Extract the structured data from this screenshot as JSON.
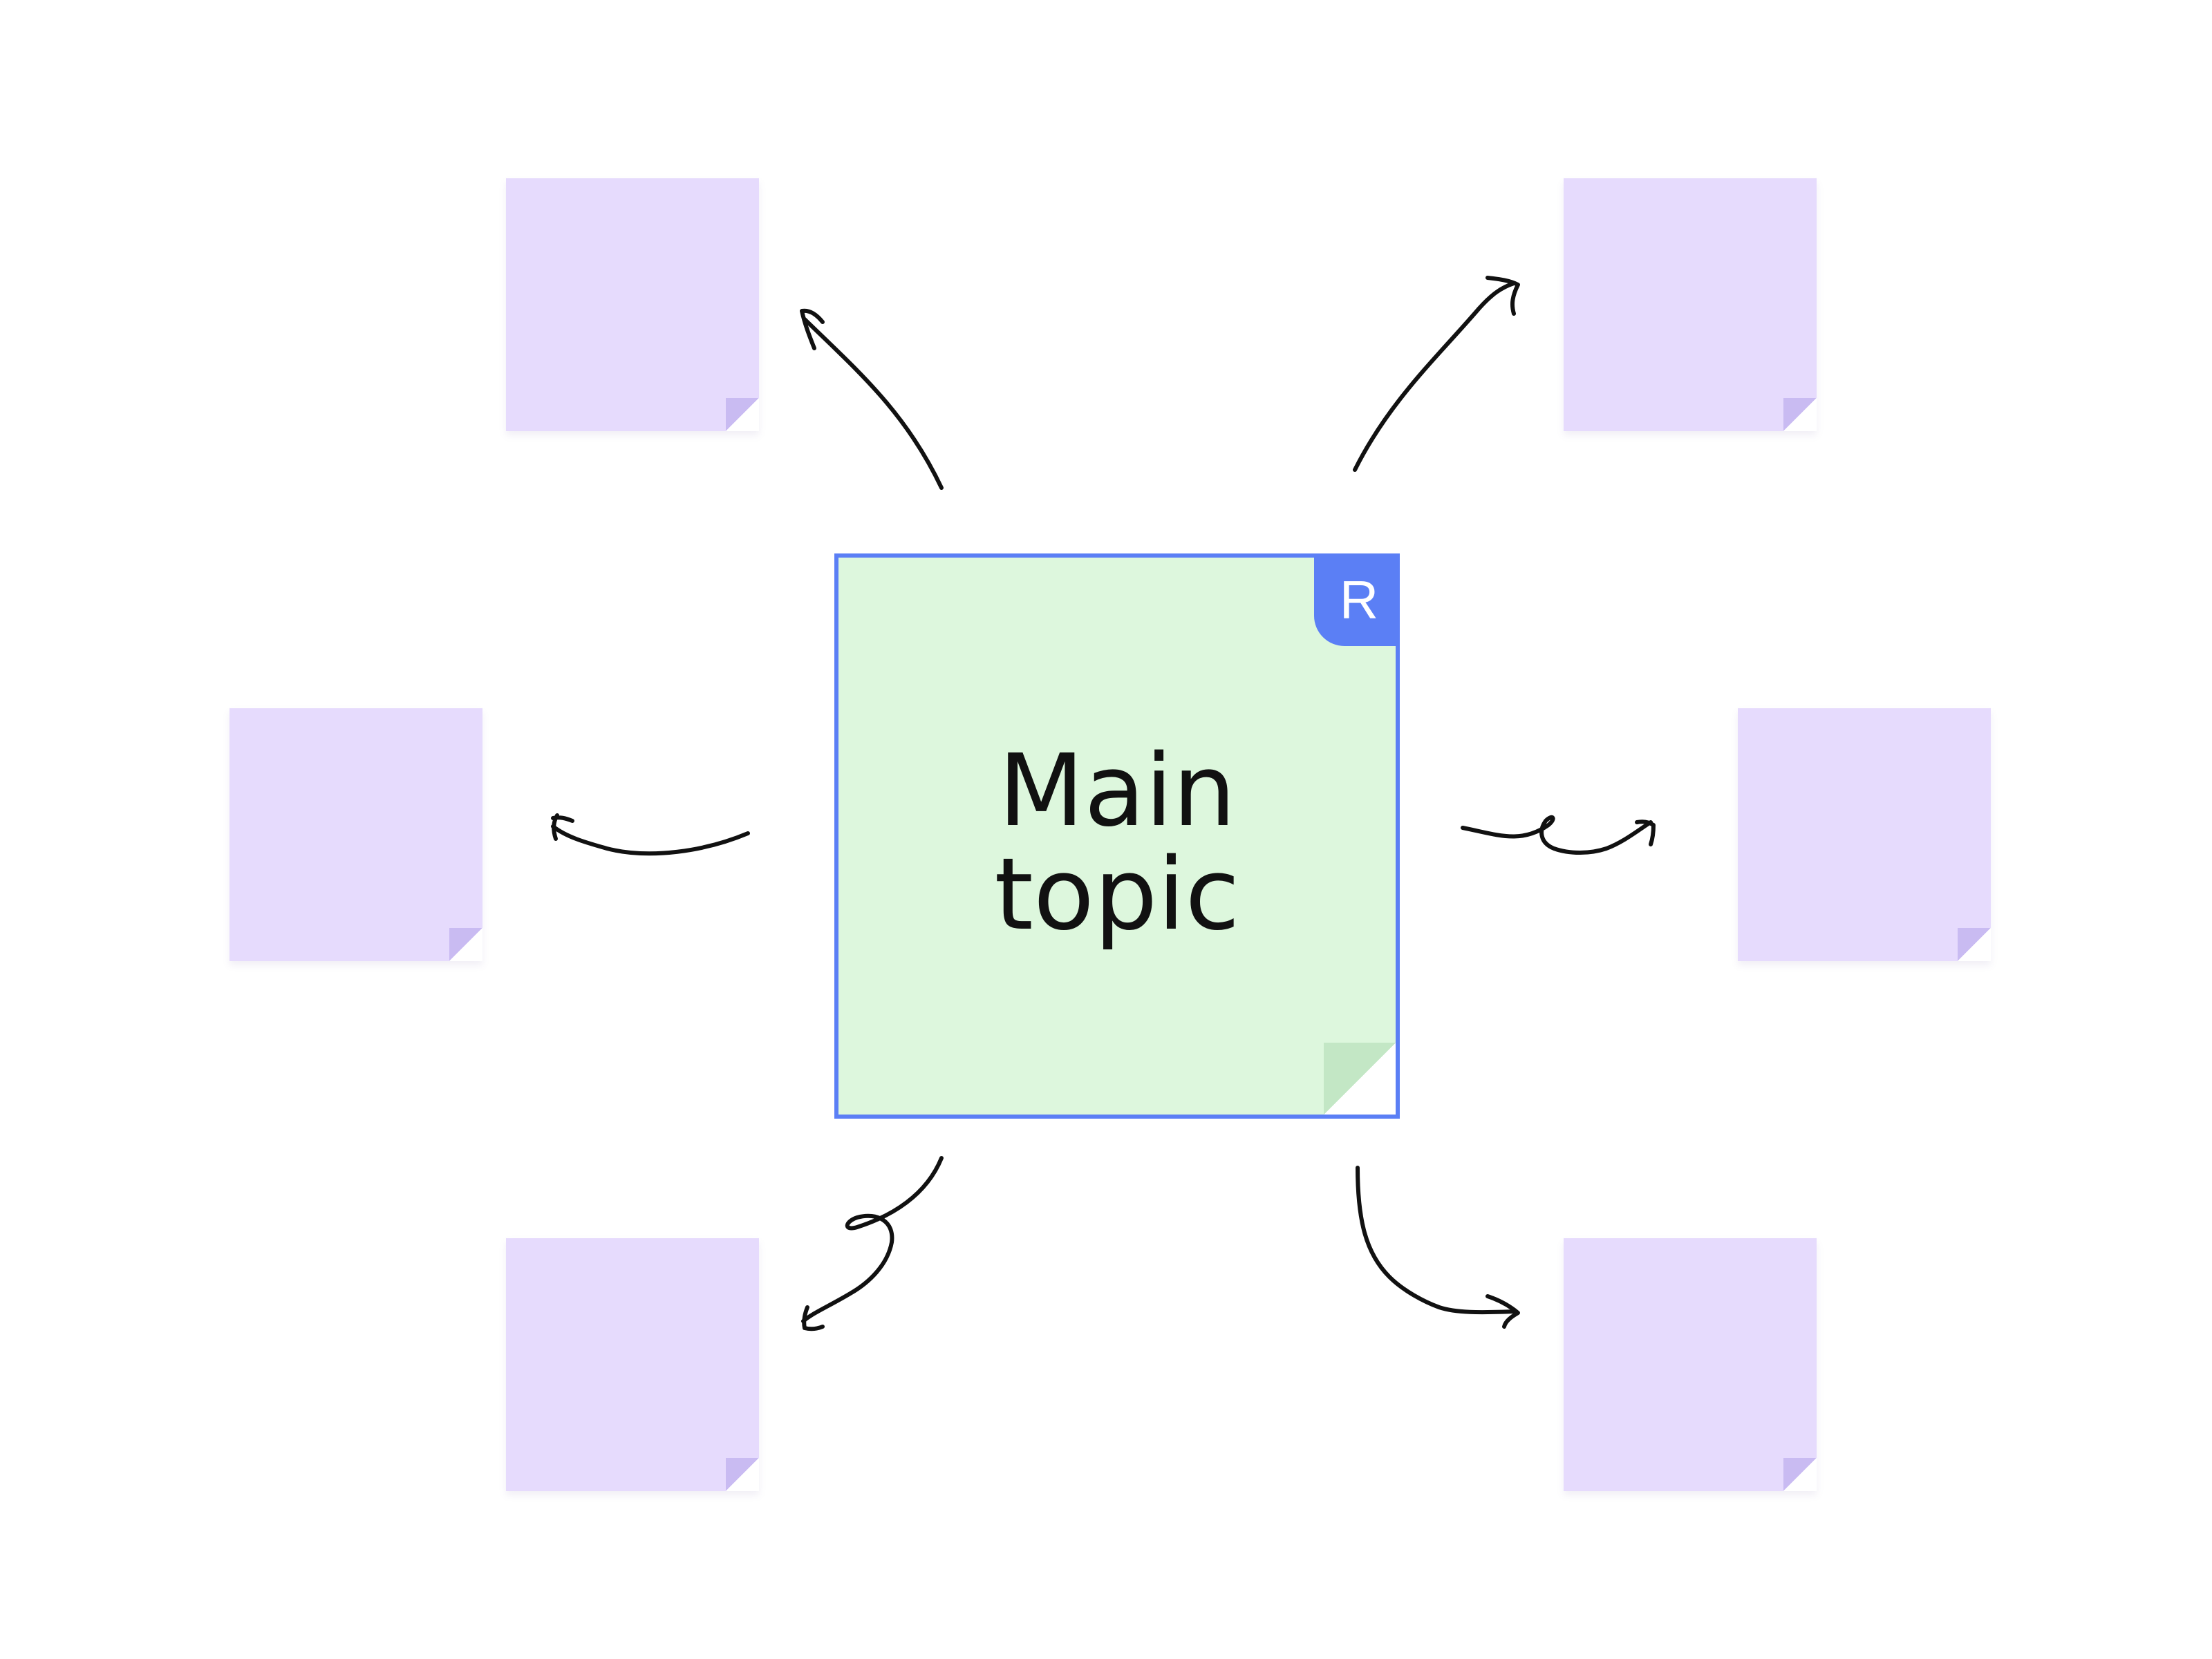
{
  "board": {
    "central_note": {
      "text": "Main\ntopic",
      "color": "#ddf7dd",
      "selection_color": "#5b7ff5",
      "collaborator_badge": "R"
    },
    "branch_notes": [
      {
        "position": "top-left",
        "text": "",
        "color": "#e6dbfd"
      },
      {
        "position": "top-right",
        "text": "",
        "color": "#e6dbfd"
      },
      {
        "position": "middle-left",
        "text": "",
        "color": "#e6dbfd"
      },
      {
        "position": "middle-right",
        "text": "",
        "color": "#e6dbfd"
      },
      {
        "position": "bottom-left",
        "text": "",
        "color": "#e6dbfd"
      },
      {
        "position": "bottom-right",
        "text": "",
        "color": "#e6dbfd"
      }
    ],
    "connector_color": "#111111"
  }
}
